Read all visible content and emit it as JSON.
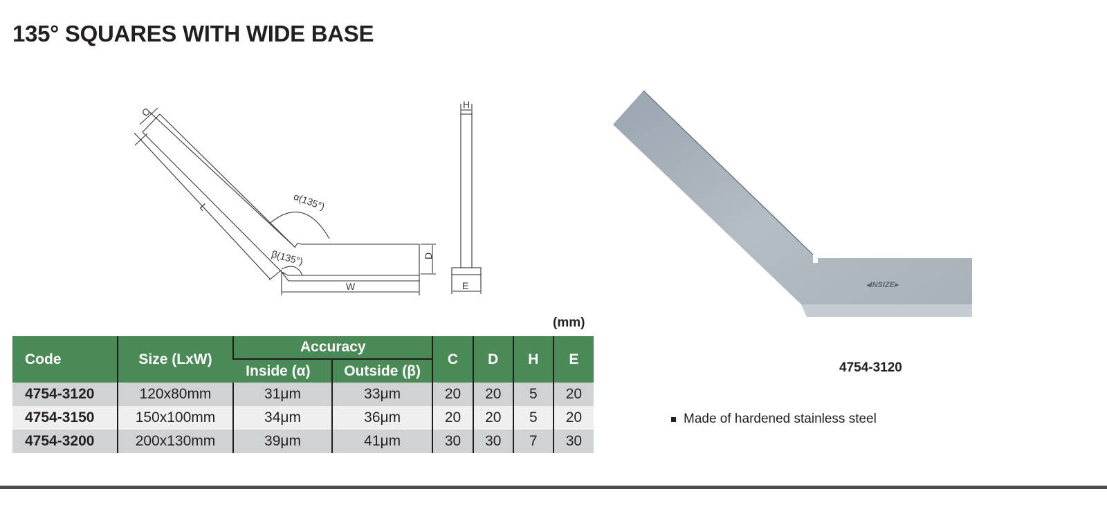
{
  "title": "135° SQUARES WITH WIDE BASE",
  "diagram": {
    "labels": {
      "C": "C",
      "L": "L",
      "alpha": "α(135°)",
      "beta": "β(135°)",
      "D": "D",
      "W": "W",
      "H": "H",
      "E": "E"
    }
  },
  "unit": "(mm)",
  "table": {
    "headers": {
      "code": "Code",
      "size": "Size (LxW)",
      "accuracy": "Accuracy",
      "inside": "Inside (α)",
      "outside": "Outside (β)",
      "c": "C",
      "d": "D",
      "h": "H",
      "e": "E"
    },
    "rows": [
      {
        "code": "4754-3120",
        "size": "120x80mm",
        "inside": "31μm",
        "outside": "33μm",
        "c": "20",
        "d": "20",
        "h": "5",
        "e": "20"
      },
      {
        "code": "4754-3150",
        "size": "150x100mm",
        "inside": "34μm",
        "outside": "36μm",
        "c": "20",
        "d": "20",
        "h": "5",
        "e": "20"
      },
      {
        "code": "4754-3200",
        "size": "200x130mm",
        "inside": "39μm",
        "outside": "41μm",
        "c": "30",
        "d": "30",
        "h": "7",
        "e": "30"
      }
    ]
  },
  "product": {
    "logo": "INSIZE",
    "caption": "4754-3120"
  },
  "features": [
    "Made of hardened stainless steel"
  ],
  "colors": {
    "header_green": "#4a8a57",
    "row_dark": "#d1d2d4",
    "row_light": "#efeff0"
  }
}
